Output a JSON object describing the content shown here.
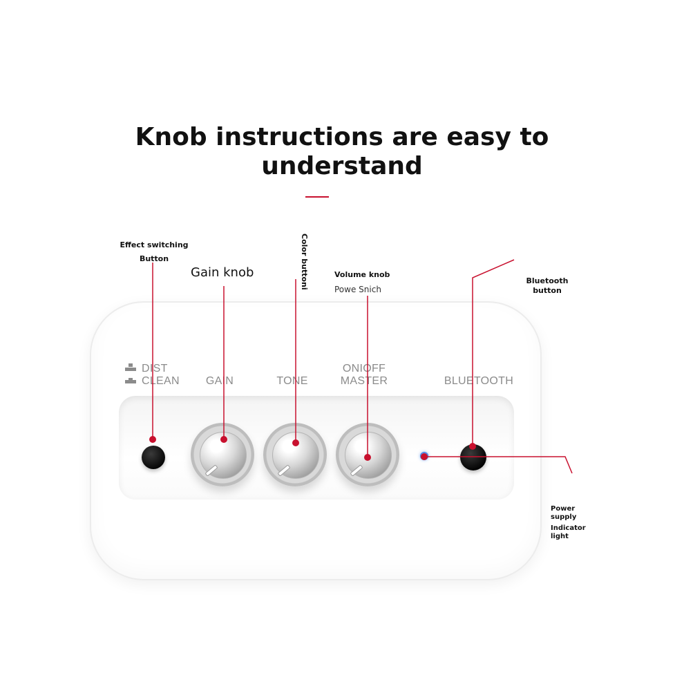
{
  "headline": {
    "line1": "Knob instructions are easy to",
    "line2": "understand"
  },
  "callouts": {
    "effect_switch": {
      "line1": "Effect switching",
      "line2": "Button"
    },
    "gain_knob": "Gain knob",
    "color_button": "Color buttoni",
    "volume_knob": {
      "line1": "Volume knob",
      "line2": "Powe Snich"
    },
    "bluetooth_button": {
      "line1": "Bluetooth",
      "line2": "button"
    },
    "power_indicator": {
      "line1": "Power",
      "line2": "supply",
      "line3": "Indicator light"
    }
  },
  "panel_labels": {
    "dist": "DIST",
    "clean": "CLEAN",
    "gain": "GAIN",
    "tone": "TONE",
    "onoff": "ONIOFF",
    "master": "MASTER",
    "bluetooth": "BLUETOOTH"
  },
  "icons": {
    "dist": "pedal-raised-icon",
    "clean": "pedal-pressed-icon",
    "knob": "knob-icon",
    "indicator": "led-indicator-icon"
  },
  "colors": {
    "accent": "#c8102e",
    "headline": "#111111",
    "panel_label": "#8b8b8b",
    "indicator_led": "#4a86e8"
  }
}
